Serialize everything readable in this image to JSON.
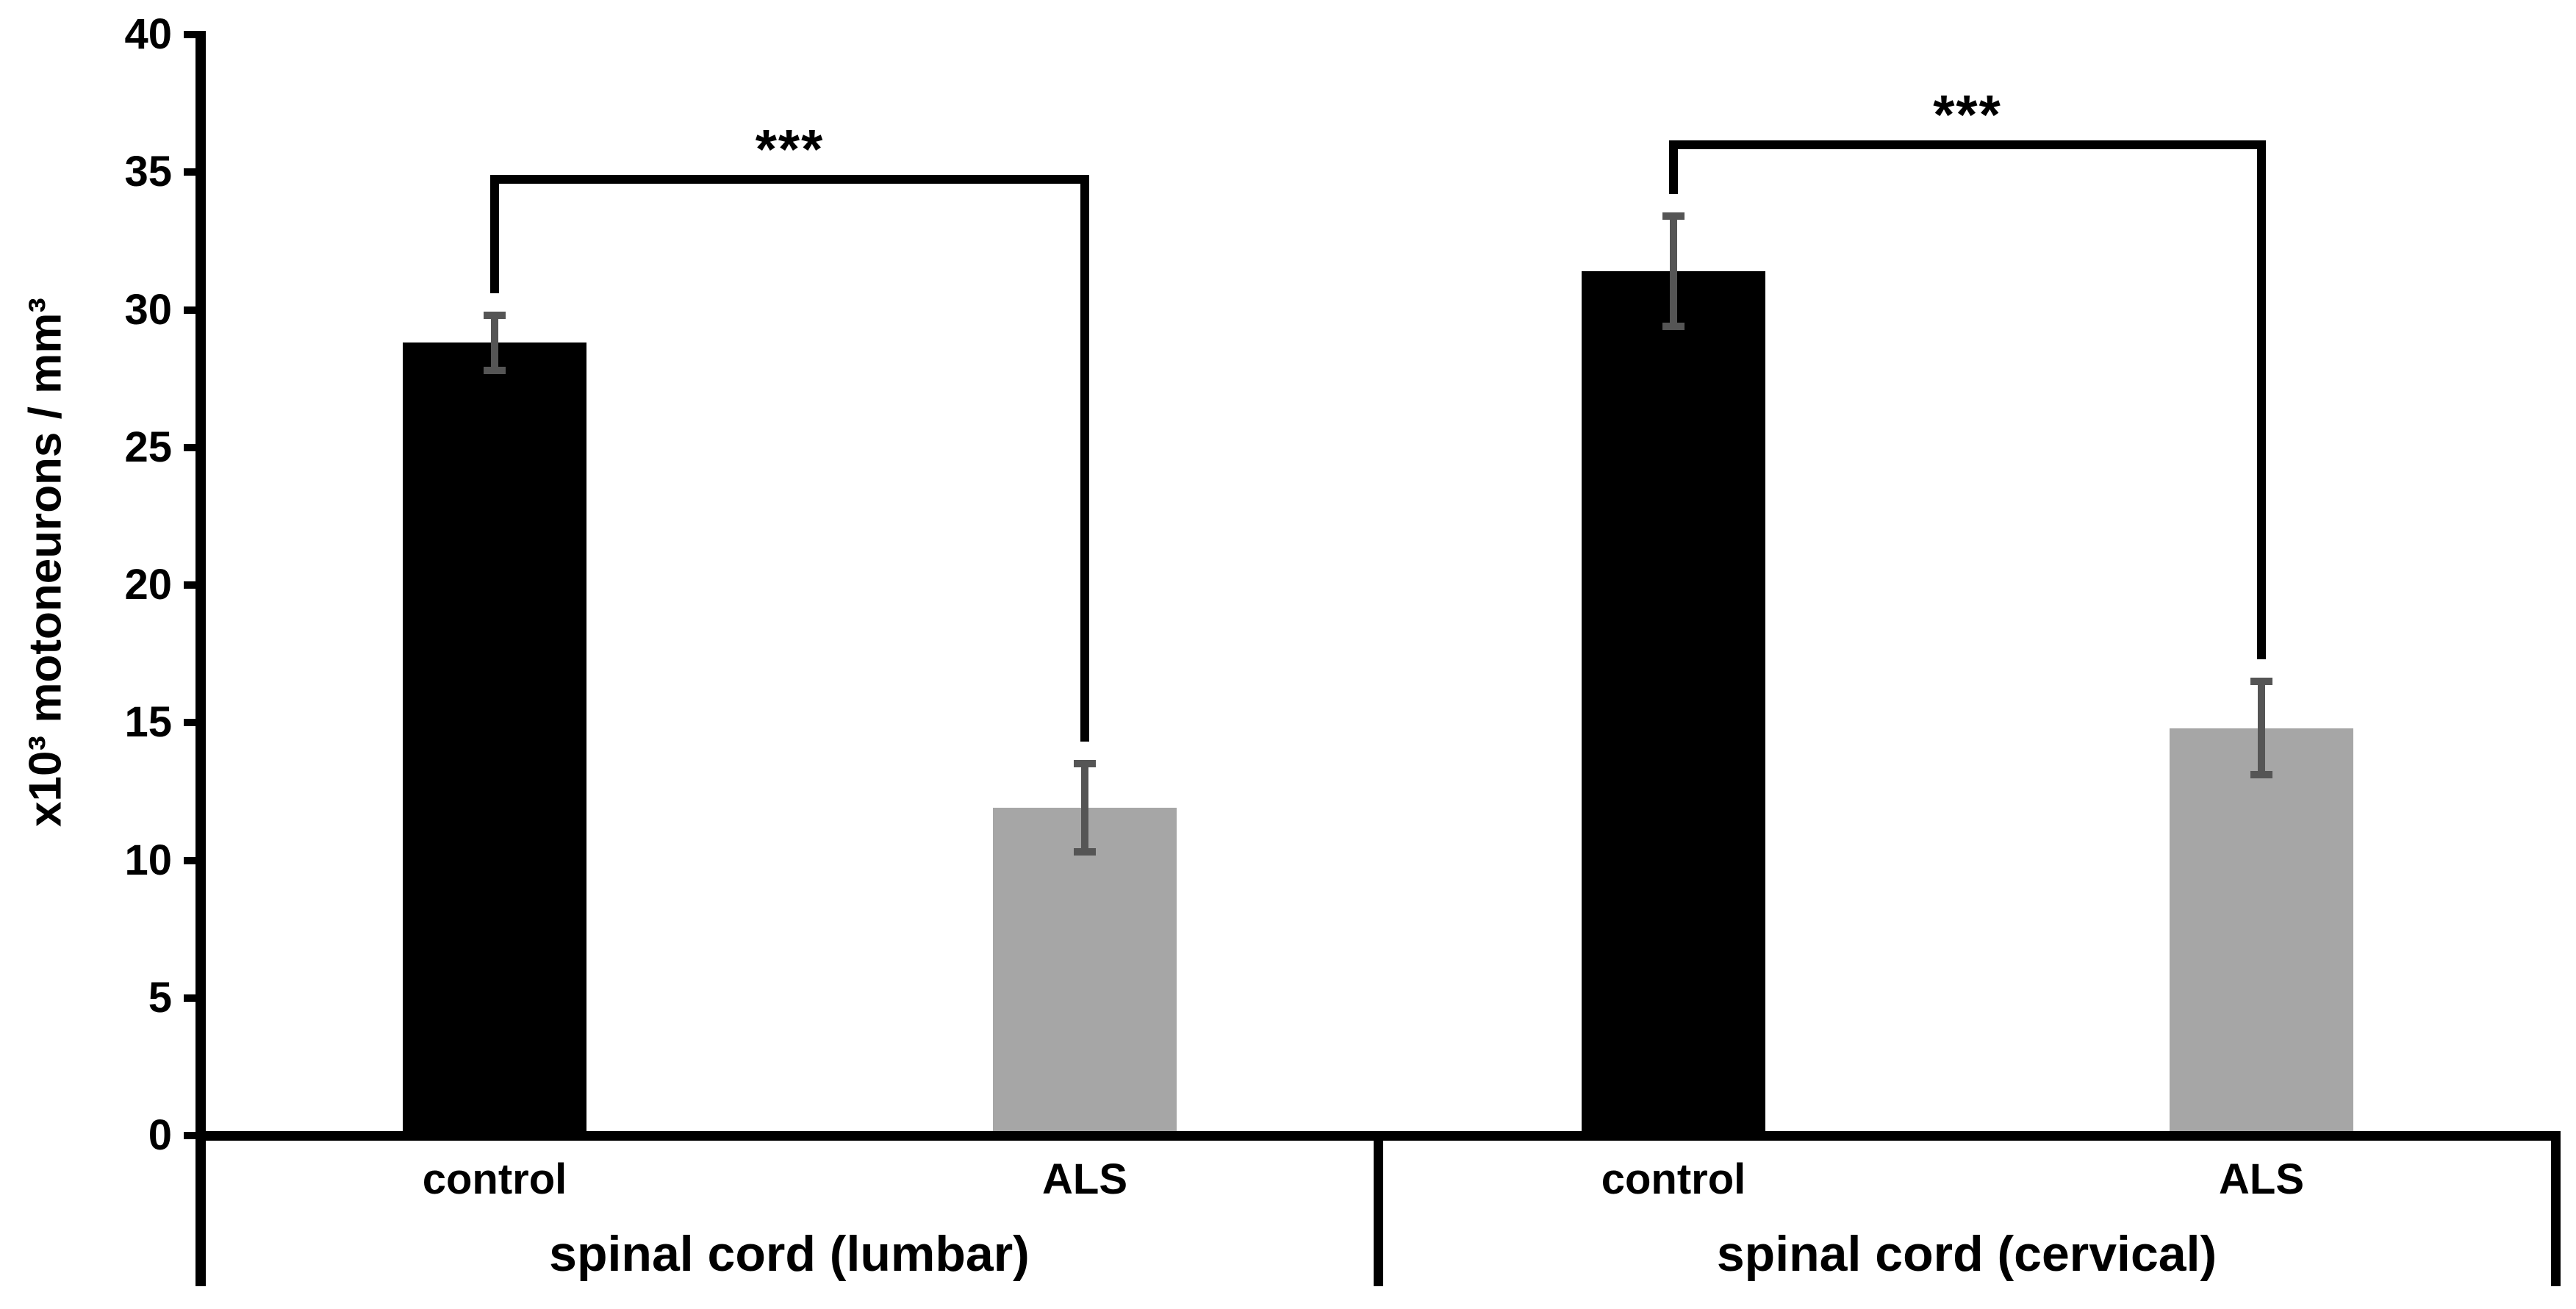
{
  "chart_data": {
    "type": "bar",
    "title": "",
    "ylabel": "x10³ motoneurons / mm³",
    "xlabel": "",
    "ylim": [
      0,
      40
    ],
    "ytick_step": 5,
    "yticks": [
      0,
      5,
      10,
      15,
      20,
      25,
      30,
      35,
      40
    ],
    "grid": false,
    "legend": null,
    "bar_colors": {
      "control": "#000000",
      "ALS": "#a6a6a6"
    },
    "error_bar_color": "#555555",
    "axis_color": "#000000",
    "groups": [
      {
        "label": "spinal cord (lumbar)",
        "significance": "***",
        "bars": [
          {
            "category": "control",
            "value": 28.8,
            "error": 1.0,
            "color": "#000000"
          },
          {
            "category": "ALS",
            "value": 11.9,
            "error": 1.6,
            "color": "#a6a6a6"
          }
        ]
      },
      {
        "label": "spinal cord (cervical)",
        "significance": "***",
        "bars": [
          {
            "category": "control",
            "value": 31.4,
            "error": 2.0,
            "color": "#000000"
          },
          {
            "category": "ALS",
            "value": 14.8,
            "error": 1.7,
            "color": "#a6a6a6"
          }
        ]
      }
    ]
  }
}
